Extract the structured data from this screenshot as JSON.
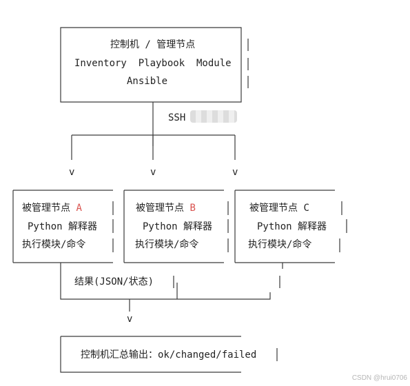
{
  "control": {
    "title": "控制机 / 管理节点",
    "components": "Inventory  Playbook  Module",
    "engine": "Ansible"
  },
  "link": {
    "protocol": "SSH"
  },
  "arrows": {
    "down": "v"
  },
  "nodes": [
    {
      "title_prefix": "被管理节点 ",
      "id": "A",
      "interpreter": "Python 解释器",
      "module": "执行模块/命令"
    },
    {
      "title_prefix": "被管理节点 ",
      "id": "B",
      "interpreter": "Python 解释器",
      "module": "执行模块/命令"
    },
    {
      "title_prefix": "被管理节点 ",
      "id": "C",
      "interpreter": "Python 解释器",
      "module": "执行模块/命令"
    }
  ],
  "result": {
    "label": "结果(JSON/状态)"
  },
  "summary": {
    "label": "控制机汇总输出：ok/changed/failed"
  },
  "colors": {
    "line": "#3a3a3a",
    "text": "#222222",
    "highlight": "#d9534f"
  },
  "watermark": "CSDN @hrui0706"
}
